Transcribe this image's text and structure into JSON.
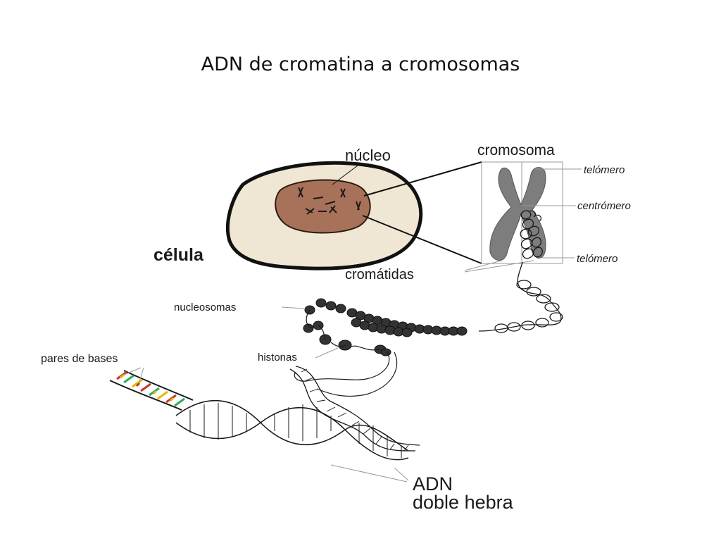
{
  "title": "ADN de cromatina a cromosomas",
  "labels": {
    "nucleus": "núcleo",
    "cell": "célula",
    "chromosome": "cromosoma",
    "telomere_top": "telómero",
    "centromere": "centrómero",
    "telomere_bottom": "telómero",
    "chromatids": "cromátidas",
    "nucleosomes": "nucleosomas",
    "histones": "histonas",
    "base_pairs": "pares de bases",
    "dna_line1": "ADN",
    "dna_line2": "doble hebra"
  },
  "colors": {
    "cell_fill": "#efe7d4",
    "nucleus_fill": "#a8725a",
    "chromosome_fill": "#7d7d7d",
    "base_red": "#c0392b",
    "base_green": "#27ae60",
    "base_yellow": "#e6b800"
  }
}
